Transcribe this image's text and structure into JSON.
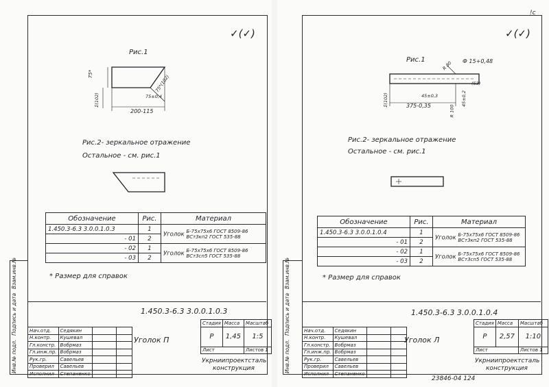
{
  "left": {
    "check_mark": "✓(✓)",
    "fig1_label": "Рис.1",
    "dims": {
      "height": "75*",
      "width": "200-115",
      "chamfer1": "75*(102)",
      "chamfer2": "75±0,4",
      "left": "Σ(102)"
    },
    "fig2_label": "Рис.2- зеркальное отражение",
    "rest_note": "Остальное - см. рис.1",
    "spec_table": {
      "headers": [
        "Обозначение",
        "Рис.",
        "Материал"
      ],
      "rows": [
        {
          "code": "1.450.3-6.3  3.0.0.1.0.3",
          "fig": "1",
          "material_name": "Уголок",
          "material_spec": "Б-75х75х6 ГОСТ 8509-86",
          "material_grade": "ВСт3кп2 ГОСТ 535-88"
        },
        {
          "code": "- 01",
          "fig": "2"
        },
        {
          "code": "- 02",
          "fig": "1",
          "material_name": "Уголок",
          "material_spec": "Б-75х75х6 ГОСТ 8509-86",
          "material_grade": "ВСт3сп5 ГОСТ 535-88"
        },
        {
          "code": "- 03",
          "fig": "2"
        }
      ]
    },
    "footnote": "* Размер для справок",
    "title_block": {
      "doc_code": "1.450.3-6.3  3.0.0.1.0.3",
      "name": "Уголок П",
      "stage_h": "Стадия",
      "mass_h": "Масса",
      "scale_h": "Масштаб",
      "stage": "Р",
      "mass": "1,45",
      "scale": "1:5",
      "sheet": "Лист",
      "sheets": "Листов 1",
      "org": "Укрниипроектсталь",
      "org2": "конструкция",
      "people": [
        {
          "role": "Нач.отд.",
          "name": "Седякин"
        },
        {
          "role": "Н.контр.",
          "name": "Кушевал"
        },
        {
          "role": "Гл.констр.",
          "name": "Вобрмаз"
        },
        {
          "role": "Гл.инж.пр.",
          "name": "Вобрмаз"
        },
        {
          "role": "Рук.гр.",
          "name": "Савельев"
        },
        {
          "role": "Проверил",
          "name": "Савельев"
        },
        {
          "role": "Исполнил",
          "name": "Степаненко"
        }
      ]
    },
    "side_labels": [
      "Инв.№ подл.",
      "Подпись и дата",
      "Взам.инв.№"
    ]
  },
  "right": {
    "check_mark": "✓(✓)",
    "corner_mark": "!с",
    "fig1_label": "Рис.1",
    "dims": {
      "r": "R 80",
      "hole": "Ф 15+0,48",
      "a1": "45±0,3",
      "a2": "45±0,2",
      "length": "375-0,35",
      "b": "(53)",
      "left": "Σ(102)",
      "r2": "R 100"
    },
    "fig2_label": "Рис.2- зеркальное отражение",
    "rest_note": "Остальное - см. рис.1",
    "spec_table": {
      "headers": [
        "Обозначение",
        "Рис.",
        "Материал"
      ],
      "rows": [
        {
          "code": "1.450.3-6.3  3.0.0.1.0.4",
          "fig": "1",
          "material_name": "Уголок",
          "material_spec": "Б-75х75х6 ГОСТ 8509-86",
          "material_grade": "ВСт3кп2 ГОСТ 535-88"
        },
        {
          "code": "- 01",
          "fig": "2"
        },
        {
          "code": "- 02",
          "fig": "1",
          "material_name": "Уголок",
          "material_spec": "Б-75х75х6 ГОСТ 8509-86",
          "material_grade": "ВСт3сп5 ГОСТ 535-88"
        },
        {
          "code": "- 03",
          "fig": "2"
        }
      ]
    },
    "footnote": "* Размер для справок",
    "title_block": {
      "doc_code": "1.450.3-6.3  3.0.0.1.0.4",
      "name": "Уголок Л",
      "stage_h": "Стадия",
      "mass_h": "Масса",
      "scale_h": "Масштаб",
      "stage": "Р",
      "mass": "2,57",
      "scale": "1:10",
      "sheet": "Лист",
      "sheets": "Листов 1",
      "org": "Укрниипроектсталь",
      "org2": "конструкция",
      "people": [
        {
          "role": "Нач.отд.",
          "name": "Седякин"
        },
        {
          "role": "Н.контр.",
          "name": "Кушевал"
        },
        {
          "role": "Гл.констр.",
          "name": "Вобрмаз"
        },
        {
          "role": "Гл.инж.пр.",
          "name": "Вобрмаз"
        },
        {
          "role": "Рук.гр.",
          "name": "Савельев"
        },
        {
          "role": "Проверил",
          "name": "Савельев"
        },
        {
          "role": "Исполнил",
          "name": "Степаненко"
        }
      ]
    },
    "side_labels": [
      "Инв.№ подл.",
      "Подпись и дата",
      "Взам.инв.№"
    ],
    "bottom_number": "23846-04   124"
  }
}
